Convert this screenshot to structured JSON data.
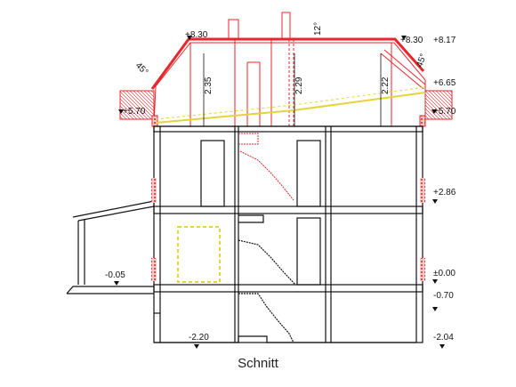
{
  "caption": "Schnitt",
  "colors": {
    "structure": "#111111",
    "existing_red": "#e8262b",
    "insulation_yellow": "#e3d43a",
    "hatch": "#cc2222"
  },
  "levels": {
    "ridge_left": "+8.30",
    "ridge_right": "+8.30",
    "ridge_top": "+8.17",
    "eave_left": "+5.70",
    "eave_right": "+5.70",
    "eave_top_right": "+6.65",
    "upper_floor": "+2.86",
    "ground_floor": "±0.00",
    "terrain_left": "-0.05",
    "terrain_right": "-0.70",
    "basement_left": "-2.20",
    "basement_right": "-2.04"
  },
  "dims": {
    "room_left": "2.35",
    "room_mid": "2.29",
    "room_right": "2.22"
  },
  "angles": {
    "chimney": "12°",
    "roof_left": "45°",
    "roof_right": "45°"
  }
}
